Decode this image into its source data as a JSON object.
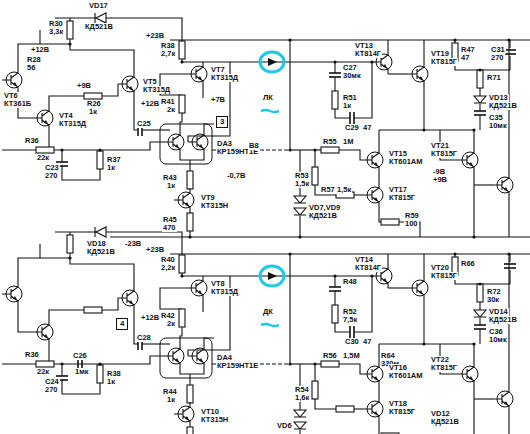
{
  "diagram": {
    "nodes": [
      {
        "text": [
          "3"
        ]
      },
      {
        "text": [
          "4"
        ]
      }
    ],
    "labels": [
      "+12В",
      "R30",
      "3,3к",
      "VD17",
      "КД521В",
      "+23В",
      "R38",
      "2,7к",
      "VT7",
      "КТ315Д",
      "VT6",
      "КТ361Б",
      "R28",
      "56",
      "+9В",
      "R26",
      "1к",
      "VT5",
      "КТ315Д",
      "VT4",
      "КТ315Д",
      "+12В",
      "R41",
      "2к",
      "+7В",
      "C25",
      "DA3",
      "КР159НТ1Е",
      "В8",
      "R36",
      "22к",
      "C23",
      "270",
      "R37",
      "1к",
      "R43",
      "1к",
      "-0,7В",
      "VT9",
      "КТ315Н",
      "R45",
      "470",
      "-23В",
      "ЛК",
      "C27",
      "30мк",
      "R51",
      "1к",
      "C29",
      "47",
      "VT13",
      "КТ814Г",
      "VT19",
      "КТ815Г",
      "R47",
      "47",
      "C31",
      "270",
      "R71",
      "VD13",
      "КД521В",
      "C35",
      "10мк",
      "R55",
      "1М",
      "R53",
      "1,5к",
      "VT15",
      "КТ601АМ",
      "-9В",
      "+9В",
      "VT17",
      "КТ815Г",
      "R57",
      "1,5к",
      "R59",
      "100",
      "VD7,VD9",
      "КД521В",
      "VT21",
      "КТ815Г",
      "VD18",
      "КД521В",
      "+23В",
      "R40",
      "2,2к",
      "VT8",
      "КТ315Д",
      "+12В",
      "R42",
      "2к",
      "C28",
      "DA4",
      "КР159НТ1Е",
      "R36",
      "22к",
      "C26",
      "1мк",
      "C24",
      "270",
      "R38",
      "1к",
      "R44",
      "1к",
      "VT10",
      "КТ315Н",
      "VD6",
      "ДК",
      "R48",
      "R52",
      "7,5к",
      "C30",
      "47",
      "VT14",
      "КТ814Г",
      "VT20",
      "КТ815Г",
      "R66",
      "R72",
      "30к",
      "VD14",
      "КД521В",
      "C36",
      "10мк",
      "R64",
      "330м",
      "R56",
      "1,5М",
      "R54",
      "1,6к",
      "VT16",
      "КТ601АМ",
      "VT18",
      "КТ815Г",
      "VD12",
      "КД521В",
      "VT22",
      "КТ815Г"
    ]
  }
}
